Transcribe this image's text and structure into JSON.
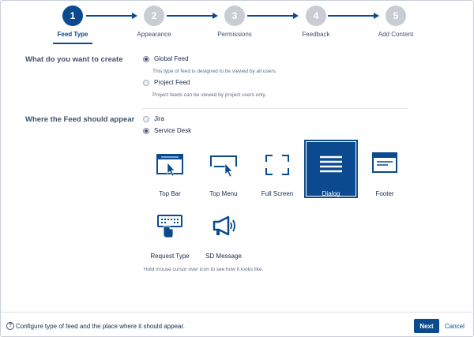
{
  "wizard": {
    "steps": [
      {
        "number": "1",
        "label": "Feed Type",
        "state": "current"
      },
      {
        "number": "2",
        "label": "Appearance",
        "state": "pending"
      },
      {
        "number": "3",
        "label": "Permissions",
        "state": "pending"
      },
      {
        "number": "4",
        "label": "Feedback",
        "state": "pending"
      },
      {
        "number": "5",
        "label": "Add Content",
        "state": "pending"
      }
    ]
  },
  "create_section": {
    "title": "What do you want to create",
    "options": [
      {
        "label": "Global Feed",
        "checked": true,
        "hint": "This type of feed is designed to be viewed by all users."
      },
      {
        "label": "Project Feed",
        "checked": false,
        "hint": "Project feeds can be viewed by project users only."
      }
    ]
  },
  "appear_section": {
    "title": "Where the Feed should appear",
    "options": [
      {
        "label": "Jira",
        "checked": false
      },
      {
        "label": "Service Desk",
        "checked": true
      }
    ],
    "tiles": [
      {
        "label": "Top Bar",
        "icon": "top-bar-icon",
        "selected": false
      },
      {
        "label": "Top Menu",
        "icon": "top-menu-icon",
        "selected": false
      },
      {
        "label": "Full Screen",
        "icon": "full-screen-icon",
        "selected": false
      },
      {
        "label": "Dialog",
        "icon": "dialog-icon",
        "selected": true
      },
      {
        "label": "Footer",
        "icon": "footer-icon",
        "selected": false
      },
      {
        "label": "Request Type",
        "icon": "request-type-icon",
        "selected": false
      },
      {
        "label": "SD Message",
        "icon": "megaphone-icon",
        "selected": false
      }
    ],
    "tiles_hint": "Hold mouse cursor over icon to see how it looks like."
  },
  "footer": {
    "help_glyph": "?",
    "text": "Configure type of feed and the place where it should appear.",
    "next_label": "Next",
    "cancel_label": "Cancel"
  },
  "colors": {
    "accent": "#0b4a8f",
    "inactive_step": "#c8cdd3"
  }
}
